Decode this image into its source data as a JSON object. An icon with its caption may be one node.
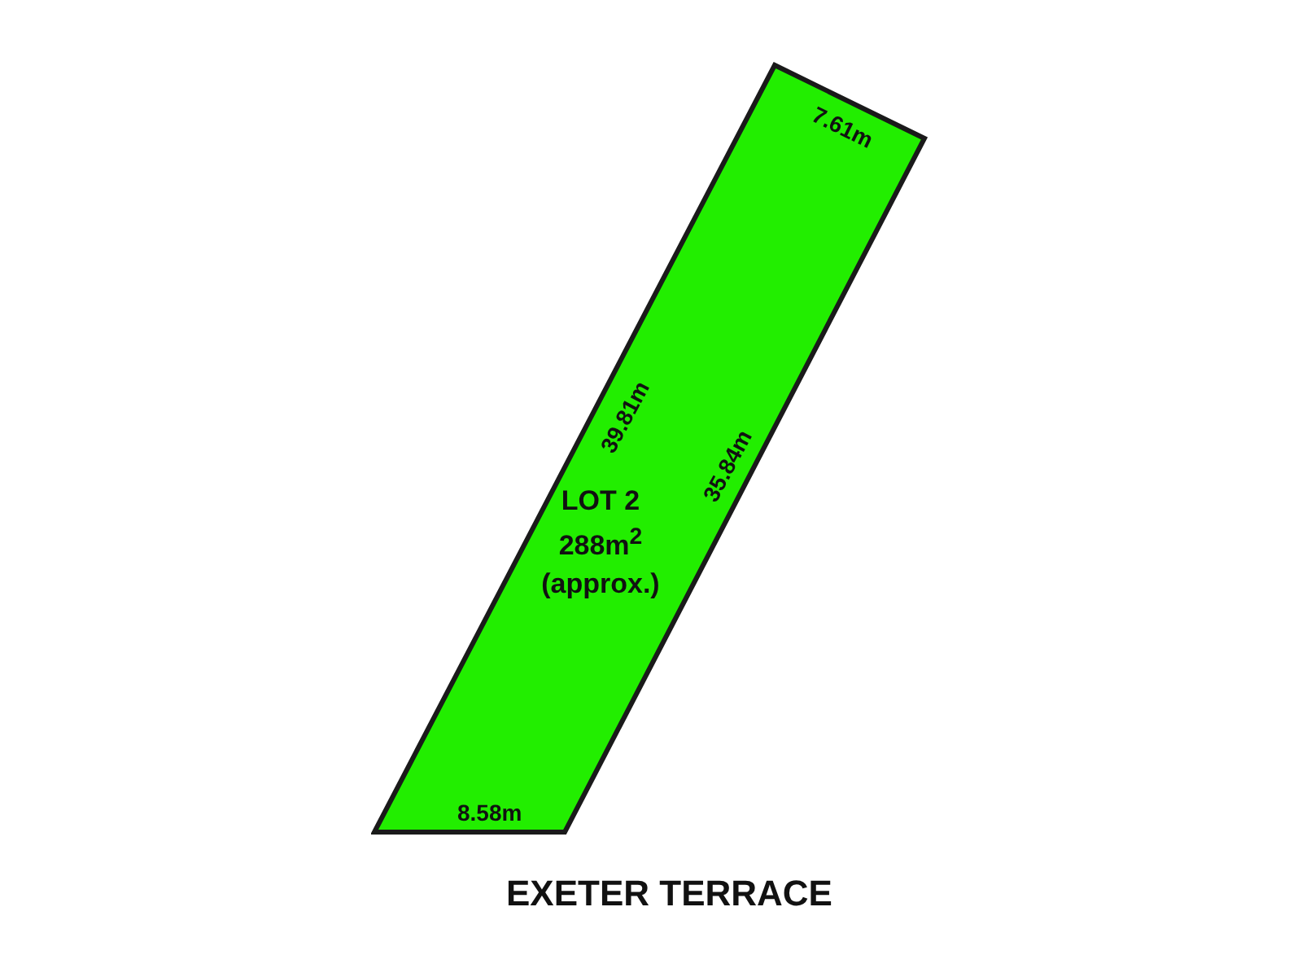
{
  "diagram": {
    "nodes": [
      {
        "text": [
          "LOT 2 288m$^{2}$ (approx.)"
        ]
      }
    ],
    "edges": [],
    "labels": [
      "7.61m",
      "39.81m",
      "35.84m",
      "8.58m",
      "EXETER TERRACE"
    ]
  }
}
